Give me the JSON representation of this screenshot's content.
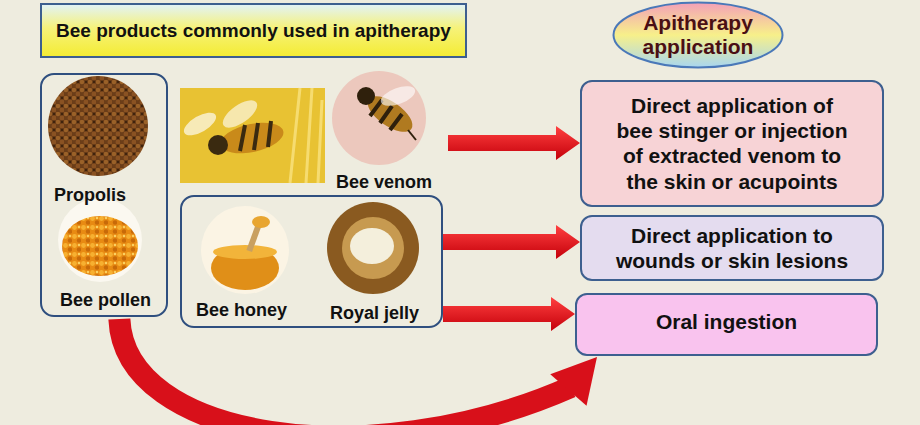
{
  "diagram": {
    "title": "Bee products commonly used in apitherapy",
    "nodes": [
      {
        "text": [
          "Apitherapy application"
        ]
      },
      {
        "text": [
          "Propolis",
          "Bee pollen"
        ]
      },
      {
        "text": [
          "Bee venom"
        ]
      },
      {
        "text": [
          "Direct application of bee stinger or injection of extracted venom to the skin or acupoints"
        ]
      },
      {
        "text": [
          "Bee honey",
          "Royal jelly"
        ]
      },
      {
        "text": [
          "Direct application to wounds or skin lesions"
        ]
      },
      {
        "text": [
          "Oral ingestion"
        ]
      }
    ],
    "edges": [
      {
        "from": 2,
        "to": 3,
        "arrow": "to"
      },
      {
        "from": 4,
        "to": 5,
        "arrow": "to"
      },
      {
        "from": 4,
        "to": 6,
        "arrow": "to"
      },
      {
        "from": 1,
        "to": 6,
        "arrow": "to"
      }
    ]
  }
}
